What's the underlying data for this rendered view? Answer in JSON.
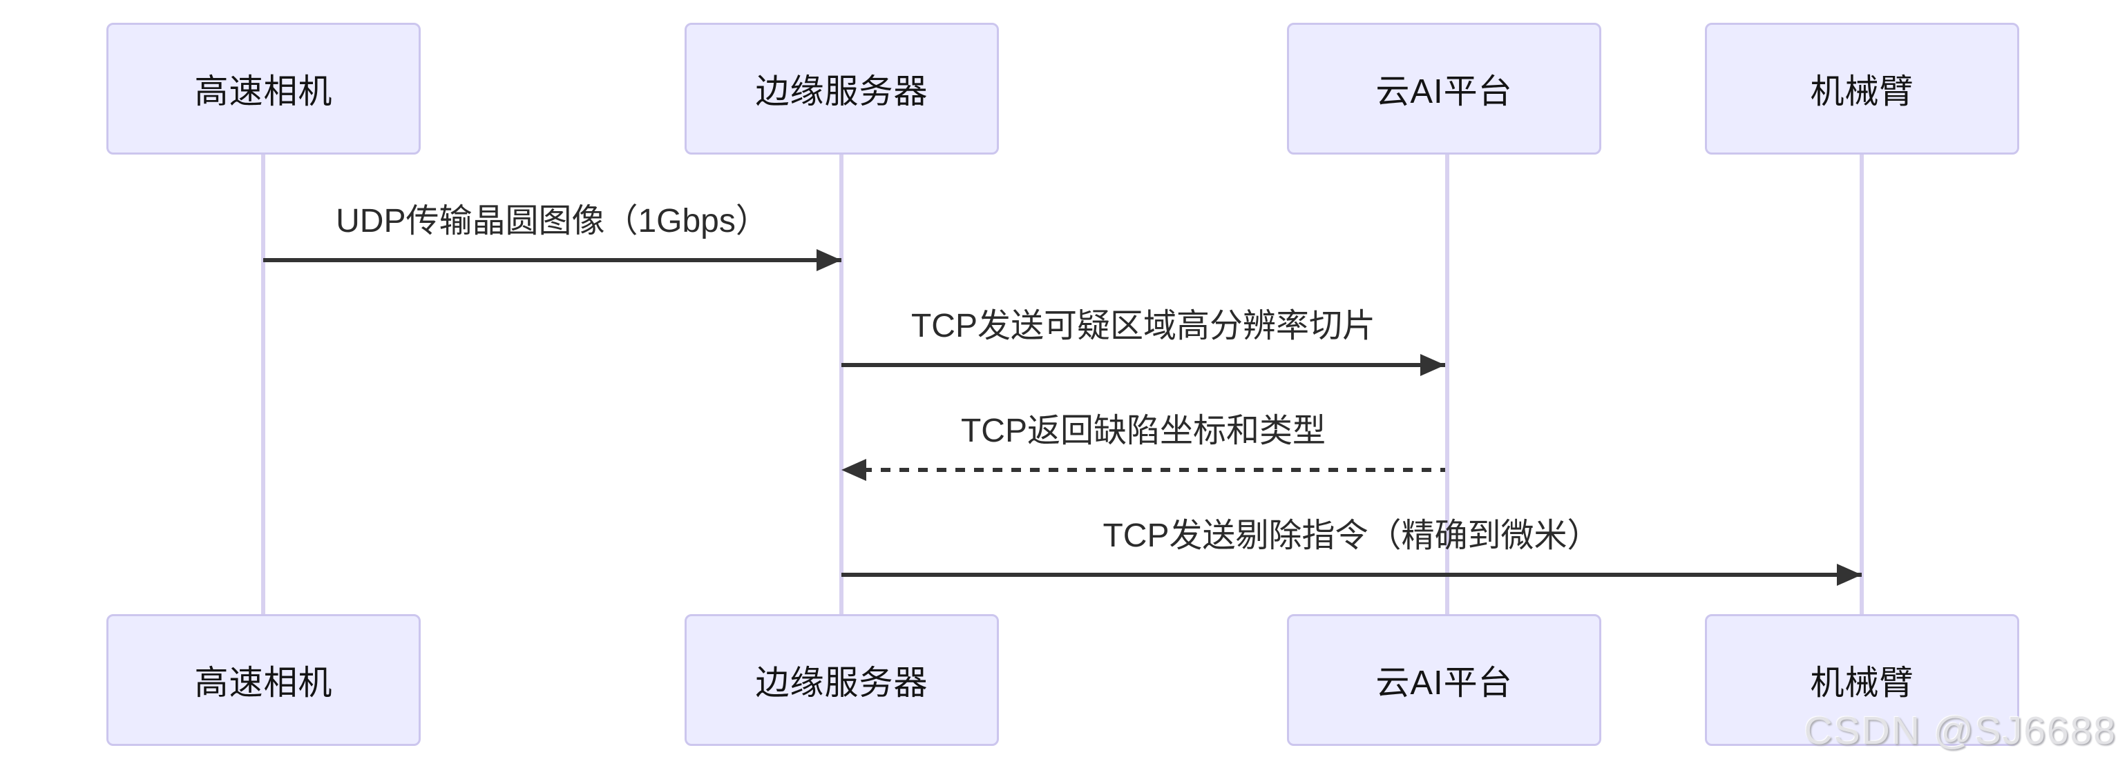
{
  "diagram": {
    "type": "sequence",
    "actors": [
      {
        "id": "camera",
        "label": "高速相机"
      },
      {
        "id": "edge-server",
        "label": "边缘服务器"
      },
      {
        "id": "cloud-ai",
        "label": "云AI平台"
      },
      {
        "id": "robot-arm",
        "label": "机械臂"
      }
    ],
    "messages": [
      {
        "from": "高速相机",
        "to": "边缘服务器",
        "label": "UDP传输晶圆图像（1Gbps）",
        "line": "solid",
        "direction": "right"
      },
      {
        "from": "边缘服务器",
        "to": "云AI平台",
        "label": "TCP发送可疑区域高分辨率切片",
        "line": "solid",
        "direction": "right"
      },
      {
        "from": "云AI平台",
        "to": "边缘服务器",
        "label": "TCP返回缺陷坐标和类型",
        "line": "dashed",
        "direction": "left"
      },
      {
        "from": "边缘服务器",
        "to": "机械臂",
        "label": "TCP发送剔除指令（精确到微米）",
        "line": "solid",
        "direction": "right"
      }
    ]
  },
  "watermark": {
    "text": "CSDN @SJ6688"
  },
  "colors": {
    "actor_fill": "#ECECFF",
    "actor_border": "#CCC6EE",
    "lifeline": "#D8D1F0",
    "arrow": "#333333",
    "message_text": "#2b2b2b",
    "watermark_text": "#e3e3e6"
  }
}
